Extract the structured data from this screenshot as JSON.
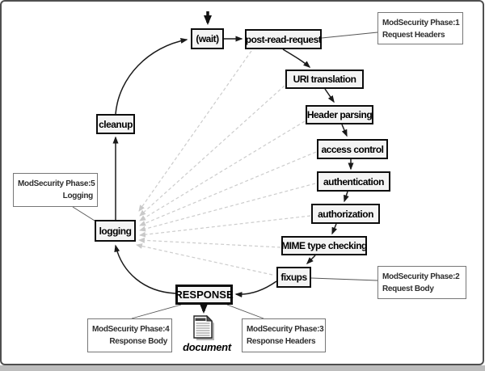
{
  "nodes": [
    {
      "label": "(wait)"
    },
    {
      "label": "post-read-request"
    },
    {
      "label": "URI translation"
    },
    {
      "label": "Header parsing"
    },
    {
      "label": "access control"
    },
    {
      "label": "authentication"
    },
    {
      "label": "authorization"
    },
    {
      "label": "MIME type checking"
    },
    {
      "label": "fixups"
    },
    {
      "label": "RESPONSE"
    },
    {
      "label": "logging"
    },
    {
      "label": "cleanup"
    }
  ],
  "annotations": [
    {
      "line1": "ModSecurity Phase:1",
      "line2": "Request Headers"
    },
    {
      "line1": "ModSecurity Phase:2",
      "line2": "Request Body"
    },
    {
      "line1": "ModSecurity Phase:3",
      "line2": "Response Headers"
    },
    {
      "line1": "ModSecurity Phase:4",
      "line2": "Response Body"
    },
    {
      "line1": "ModSecurity Phase:5",
      "line2": "Logging"
    }
  ],
  "document": {
    "label": "document"
  },
  "colors": {
    "node_fill": "#f4f4f4",
    "node_border": "#0d0d0d",
    "solid_line": "#1a1a1a",
    "dashed_line": "#cccccc",
    "note_border": "#777777",
    "note_text": "#2e2e2e"
  }
}
